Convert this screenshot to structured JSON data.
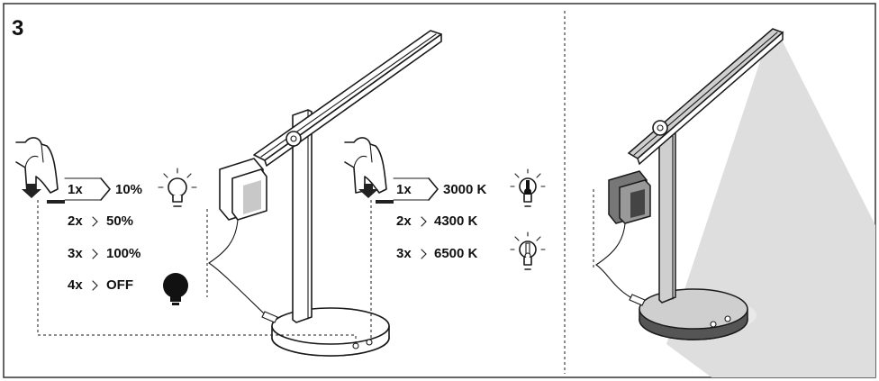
{
  "step_number": "3",
  "brightness_control": {
    "steps": [
      {
        "presses": "1x",
        "value": "10%",
        "icon": "bulb-outline-icon"
      },
      {
        "presses": "2x",
        "value": "50%",
        "icon": ""
      },
      {
        "presses": "3x",
        "value": "100%",
        "icon": ""
      },
      {
        "presses": "4x",
        "value": "OFF",
        "icon": "bulb-off-icon"
      }
    ]
  },
  "color_temperature_control": {
    "steps": [
      {
        "presses": "1x",
        "value": "3000 K",
        "icon": "warm-bulb-icon"
      },
      {
        "presses": "2x",
        "value": "4300 K",
        "icon": ""
      },
      {
        "presses": "3x",
        "value": "6500 K",
        "icon": "cool-bulb-icon"
      }
    ]
  },
  "colors": {
    "line": "#1a1a1a",
    "light_beam": "#dedede",
    "panel_border": "#333333"
  }
}
